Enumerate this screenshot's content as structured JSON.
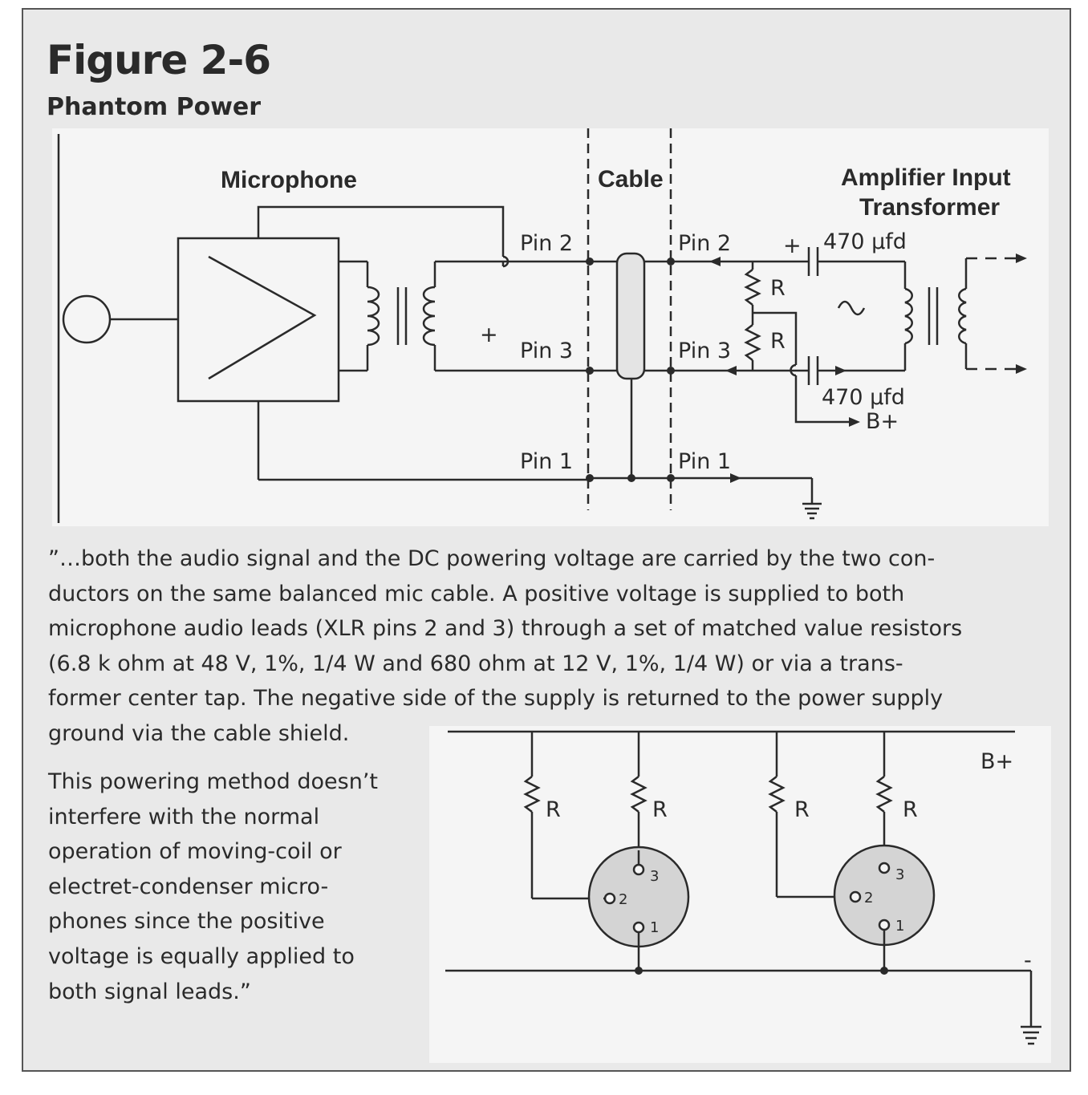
{
  "figure": {
    "title": "Figure 2-6",
    "subtitle": "Phantom Power"
  },
  "diagram_top": {
    "microphone_label": "Microphone",
    "cable_label": "Cable",
    "amplifier_label_line1": "Amplifier Input",
    "amplifier_label_line2": "Transformer",
    "pins_left": [
      "Pin 2",
      "Pin 3",
      "Pin 1"
    ],
    "pins_right": [
      "Pin 2",
      "Pin 3",
      "Pin 1"
    ],
    "capacitor_top": "470 µfd",
    "capacitor_bottom": "470 µfd",
    "resistor_labels": [
      "R",
      "R"
    ],
    "plus_signs": [
      "+",
      "+"
    ],
    "supply_label": "B+",
    "ac_symbol": "∼"
  },
  "text": {
    "paragraph1": "”…both the audio signal and the DC powering voltage are carried by the two con-ductors on the same balanced mic cable. A positive voltage is supplied to both microphone audio leads (XLR pins 2 and 3) through a set of matched value resistors (6.8 k ohm at 48 V, 1%, 1/4 W and 680 ohm at 12 V, 1%, 1/4 W) or via a trans-former center tap. The negative side of the supply is returned to the power supply ground via the cable shield.",
    "paragraph1_lines": [
      "”…both the audio signal and the DC powering voltage are carried by the two con-",
      "ductors on the same balanced mic cable. A positive voltage is supplied to both",
      "microphone audio leads (XLR pins 2 and 3) through a set of matched value resistors",
      "(6.8 k ohm at 48 V, 1%, 1/4 W and 680 ohm at 12 V, 1%, 1/4 W) or via a trans-",
      "former center tap. The negative side of the supply is returned to the power supply",
      "ground via the cable shield."
    ],
    "paragraph2_lines": [
      "This powering method doesn’t",
      "interfere with the normal",
      "operation of moving-coil or",
      "electret-condenser micro-",
      "phones since the positive",
      "voltage is equally applied to",
      "both signal leads.”"
    ]
  },
  "diagram_bottom": {
    "supply_label": "B+",
    "minus_label": "-",
    "resistor_labels": [
      "R",
      "R",
      "R",
      "R"
    ],
    "connector_pins": [
      "3",
      "2",
      "1"
    ]
  }
}
